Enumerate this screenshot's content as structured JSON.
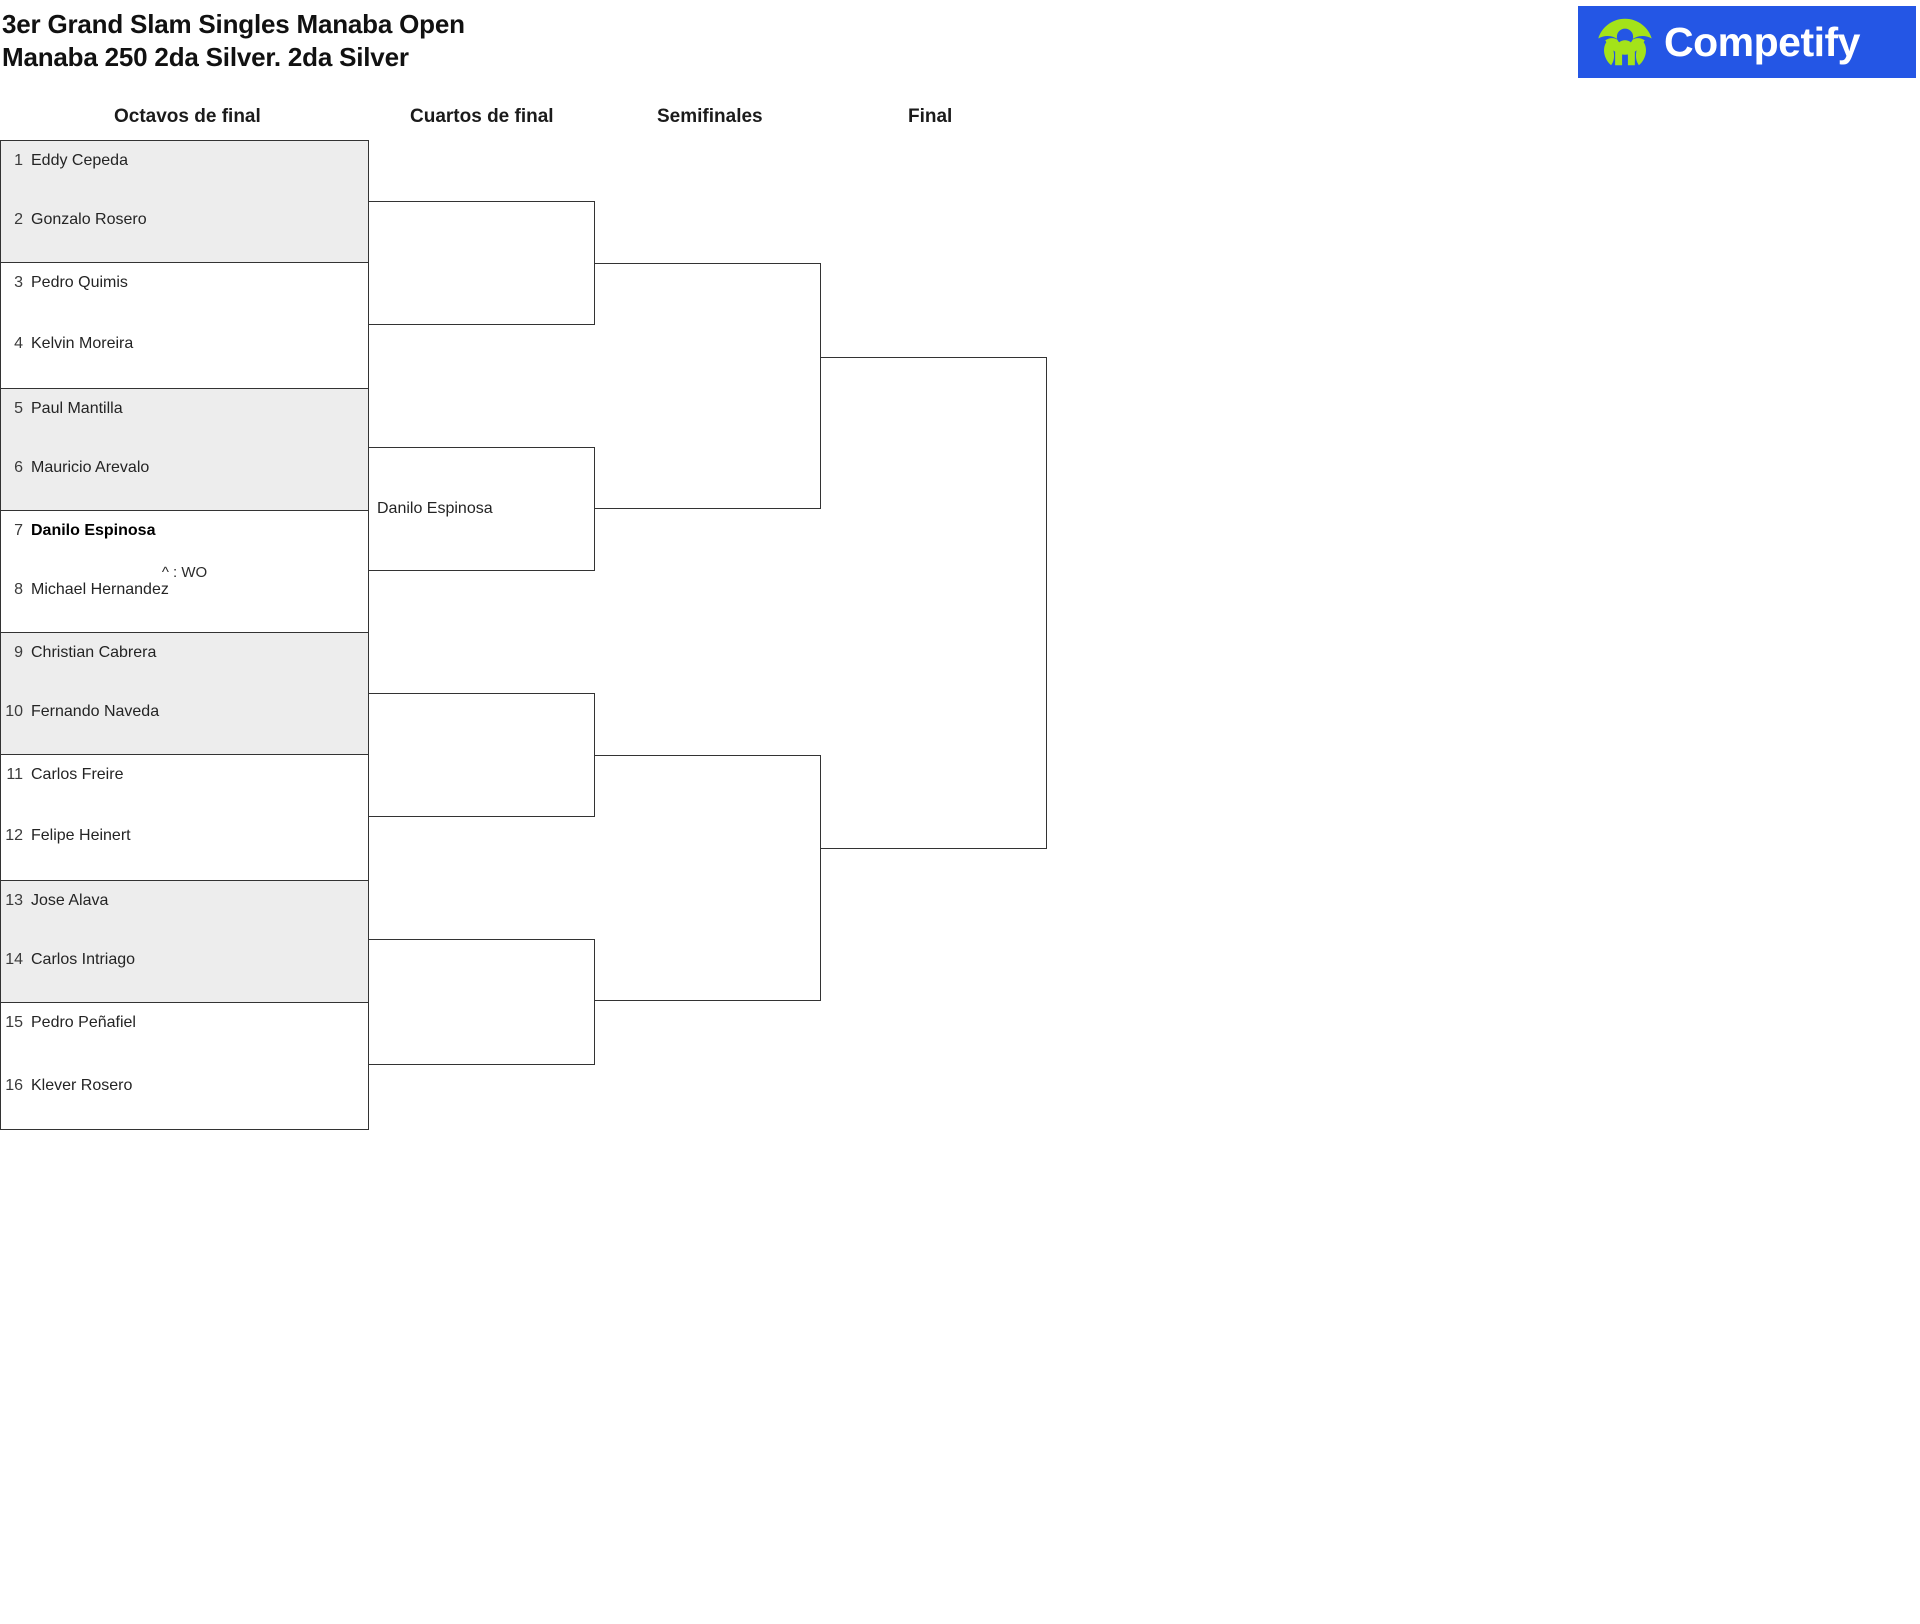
{
  "header": {
    "title_line1": "3er Grand Slam Singles Manaba Open",
    "title_line2": "Manaba 250 2da Silver. 2da Silver",
    "title_full": "3er Grand Slam Singles Manaba Open\nManaba 250 2da Silver. 2da Silver",
    "brand_name": "Competify",
    "brand_bg_color": "#2456e5",
    "brand_mark_color": "#a4e319",
    "brand_text_color": "#ffffff"
  },
  "rounds": [
    {
      "label": "Octavos de final"
    },
    {
      "label": "Cuartos de final"
    },
    {
      "label": "Semifinales"
    },
    {
      "label": "Final"
    }
  ],
  "round1": {
    "matches": [
      {
        "shaded": true,
        "note": "",
        "players": [
          {
            "seed": "1",
            "name": "Eddy Cepeda",
            "winner": false
          },
          {
            "seed": "2",
            "name": "Gonzalo Rosero",
            "winner": false
          }
        ]
      },
      {
        "shaded": false,
        "note": "",
        "players": [
          {
            "seed": "3",
            "name": "Pedro Quimis",
            "winner": false
          },
          {
            "seed": "4",
            "name": "Kelvin Moreira",
            "winner": false
          }
        ]
      },
      {
        "shaded": true,
        "note": "",
        "players": [
          {
            "seed": "5",
            "name": "Paul Mantilla",
            "winner": false
          },
          {
            "seed": "6",
            "name": "Mauricio Arevalo",
            "winner": false
          }
        ]
      },
      {
        "shaded": false,
        "note": "^ : WO",
        "players": [
          {
            "seed": "7",
            "name": "Danilo Espinosa",
            "winner": true
          },
          {
            "seed": "8",
            "name": "Michael Hernandez",
            "winner": false
          }
        ]
      },
      {
        "shaded": true,
        "note": "",
        "players": [
          {
            "seed": "9",
            "name": "Christian Cabrera",
            "winner": false
          },
          {
            "seed": "10",
            "name": "Fernando Naveda",
            "winner": false
          }
        ]
      },
      {
        "shaded": false,
        "note": "",
        "players": [
          {
            "seed": "11",
            "name": "Carlos Freire",
            "winner": false
          },
          {
            "seed": "12",
            "name": "Felipe Heinert",
            "winner": false
          }
        ]
      },
      {
        "shaded": true,
        "note": "",
        "players": [
          {
            "seed": "13",
            "name": "Jose Alava",
            "winner": false
          },
          {
            "seed": "14",
            "name": "Carlos Intriago",
            "winner": false
          }
        ]
      },
      {
        "shaded": false,
        "note": "",
        "players": [
          {
            "seed": "15",
            "name": "Pedro Peñafiel",
            "winner": false
          },
          {
            "seed": "16",
            "name": "Klever Rosero",
            "winner": false
          }
        ]
      }
    ]
  },
  "round2": {
    "matches": [
      {
        "name": ""
      },
      {
        "name": "Danilo Espinosa"
      },
      {
        "name": ""
      },
      {
        "name": ""
      }
    ]
  },
  "round3": {
    "matches": [
      {
        "name": ""
      },
      {
        "name": ""
      }
    ]
  },
  "round4": {
    "matches": [
      {
        "name": ""
      }
    ]
  },
  "colors": {
    "line": "#333333",
    "shade": "#ededed",
    "page_bg": "#ffffff",
    "text": "#242424"
  }
}
